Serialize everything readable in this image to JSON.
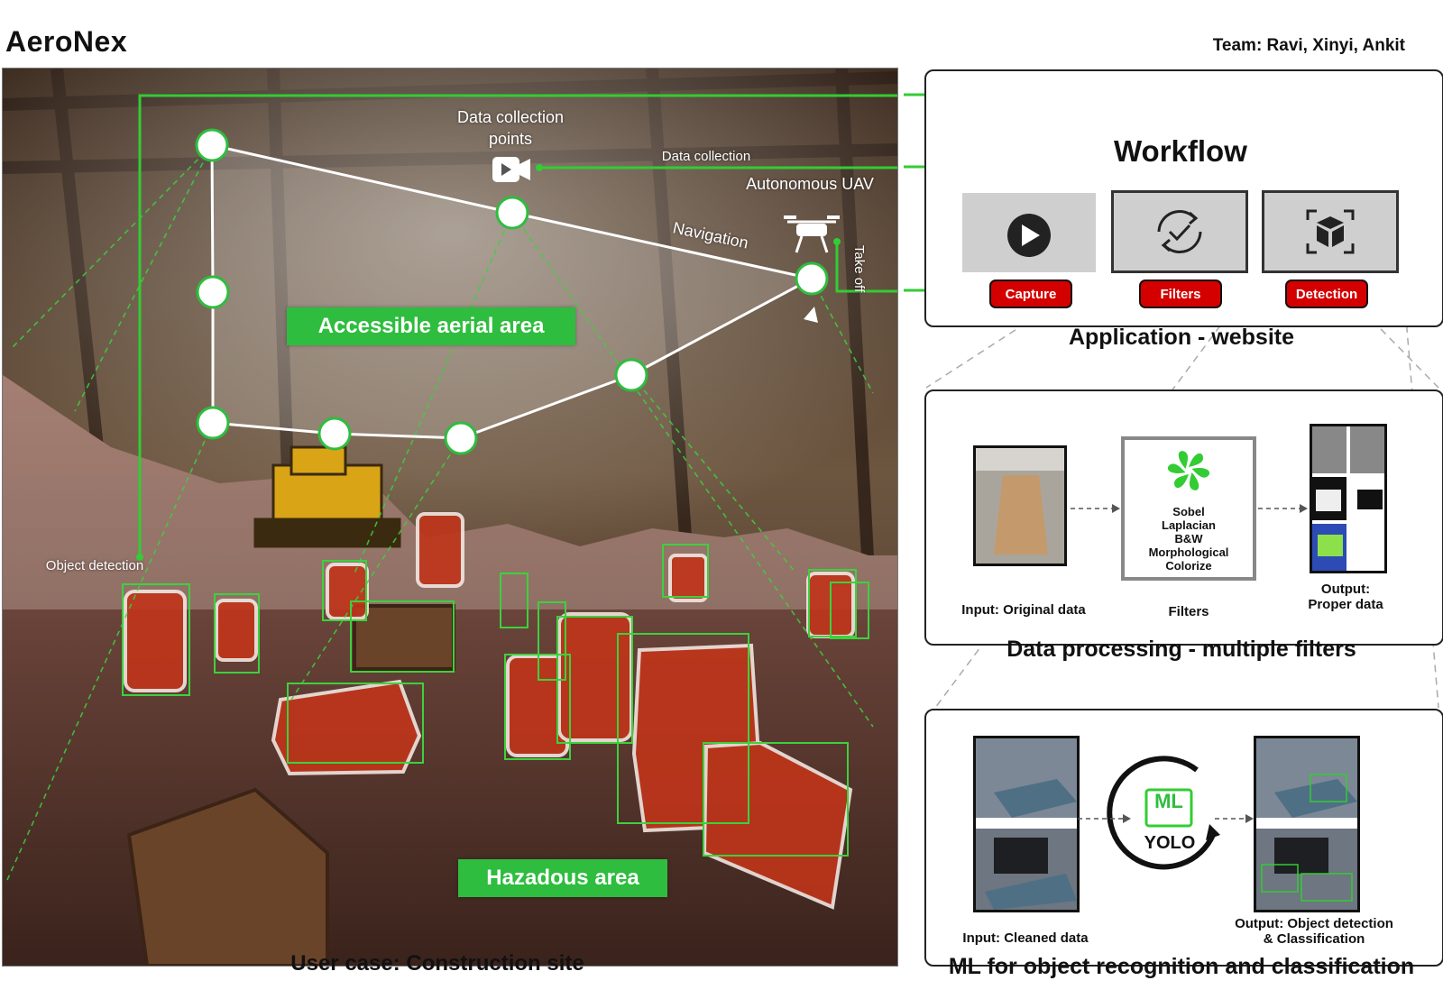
{
  "header": {
    "brand": "AeroNex",
    "team": "Team: Ravi, Xinyi, Ankit"
  },
  "scene": {
    "caption": "User case: Construction site",
    "labels": {
      "data_collection_points": "Data collection points",
      "data_collection": "Data collection",
      "autonomous_uav": "Autonomous UAV",
      "navigation": "Navigation",
      "take_off": "Take off",
      "object_detection": "Object detection",
      "accessible_area": "Accessible aerial area",
      "hazardous_area": "Hazadous area"
    }
  },
  "app_panel": {
    "title": "Workflow",
    "caption": "Application - website",
    "buttons": {
      "capture": "Capture",
      "filters": "Filters",
      "detection": "Detection"
    }
  },
  "processing_panel": {
    "caption": "Data processing - multiple filters",
    "filters": [
      "Sobel",
      "Laplacian",
      "B&W",
      "Morphological",
      "Colorize"
    ],
    "input_label": "Input: Original data",
    "filters_label": "Filters",
    "output_label_line1": "Output:",
    "output_label_line2": "Proper data"
  },
  "ml_panel": {
    "caption": "ML for object recognition and classification",
    "ml_badge": "ML",
    "model": "YOLO",
    "input_label": "Input: Cleaned data",
    "output_label_line1": "Output: Object detection",
    "output_label_line2": "& Classification"
  },
  "colors": {
    "accent_green": "#2ebd3e",
    "button_red": "#d40000",
    "line_green": "#33cc33"
  }
}
